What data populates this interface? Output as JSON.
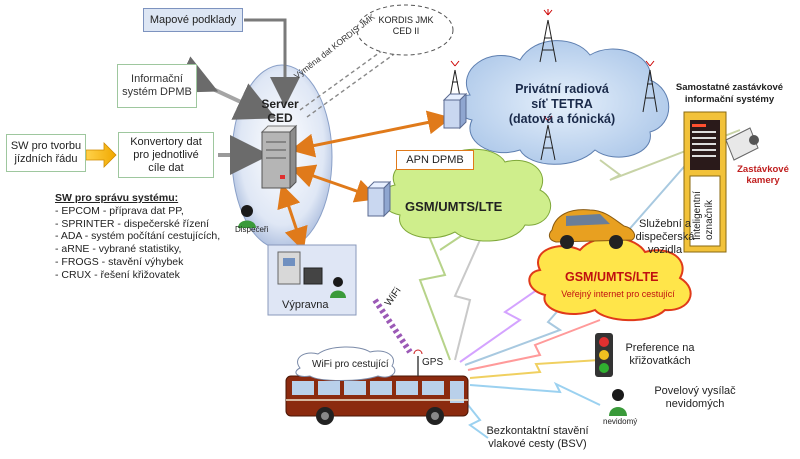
{
  "mapove": "Mapové podklady",
  "kordis": [
    "KORDIS JMK",
    "CED II"
  ],
  "vymena": "Výměna dat KORDIS JMK",
  "informacni": [
    "Informační",
    "systém DPMB"
  ],
  "server": [
    "Server",
    "CED"
  ],
  "tetra": [
    "Privátní radiová",
    "síť TETRA",
    "(datová a fónická)"
  ],
  "zastavkove_sys": [
    "Samostatné zastávkové",
    "informační systémy"
  ],
  "sw_tvorba": [
    "SW pro tvorbu",
    "jízdních řádu"
  ],
  "konvertory": [
    "Konvertory dat",
    "pro jednotlivé",
    "cíle dat"
  ],
  "apn": "APN DPMB",
  "gsm1": "GSM/UMTS/LTE",
  "inteligentni": [
    "Inteligentní",
    "označník"
  ],
  "zastavkove_kamery": [
    "Zastávkové",
    "kamery"
  ],
  "sw_sprava": {
    "title": "SW pro správu systému:",
    "items": [
      "- EPCOM - příprava dat PP,",
      "- SPRINTER - dispečerské řízení",
      "- ADA - systém počítání cestujících,",
      "- aRNE - vybrané statistiky,",
      "- FROGS - stavění výhybek",
      "- CRUX - řešení křižovatek"
    ]
  },
  "dispecer": "Dispečeři",
  "sluzebni": [
    "Služební a",
    "dispečerská",
    "vozidla"
  ],
  "gsm2": "GSM/UMTS/LTE",
  "verejny": "Veřejný internet pro cestující",
  "vypravna": "Výpravna",
  "wifi": "WiFi",
  "preference": [
    "Preference na",
    "křižovatkách"
  ],
  "wifi_cestujici": "WiFi pro cestující",
  "gps": "GPS",
  "povelovy": [
    "Povelový vysílač",
    "nevidomých"
  ],
  "nevidomy": "nevidomý",
  "bsv": [
    "Bezkontaktní stavění",
    "vlakové cesty (BSV)"
  ]
}
